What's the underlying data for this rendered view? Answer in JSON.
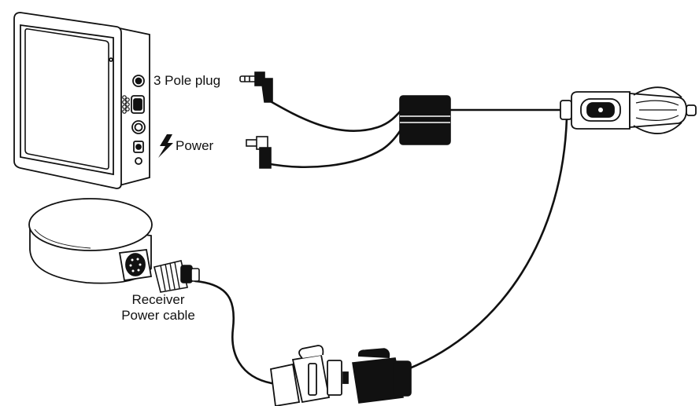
{
  "labels": {
    "three_pole_plug": "3 Pole plug",
    "power": "Power",
    "receiver_line1": "Receiver",
    "receiver_line2": "Power cable"
  },
  "icons": {
    "power": "lightning-bolt-icon"
  },
  "colors": {
    "stroke": "#111111",
    "device_fill": "#ffffff",
    "screen_fill": "#ffffff",
    "plug_fill": "#111111"
  }
}
